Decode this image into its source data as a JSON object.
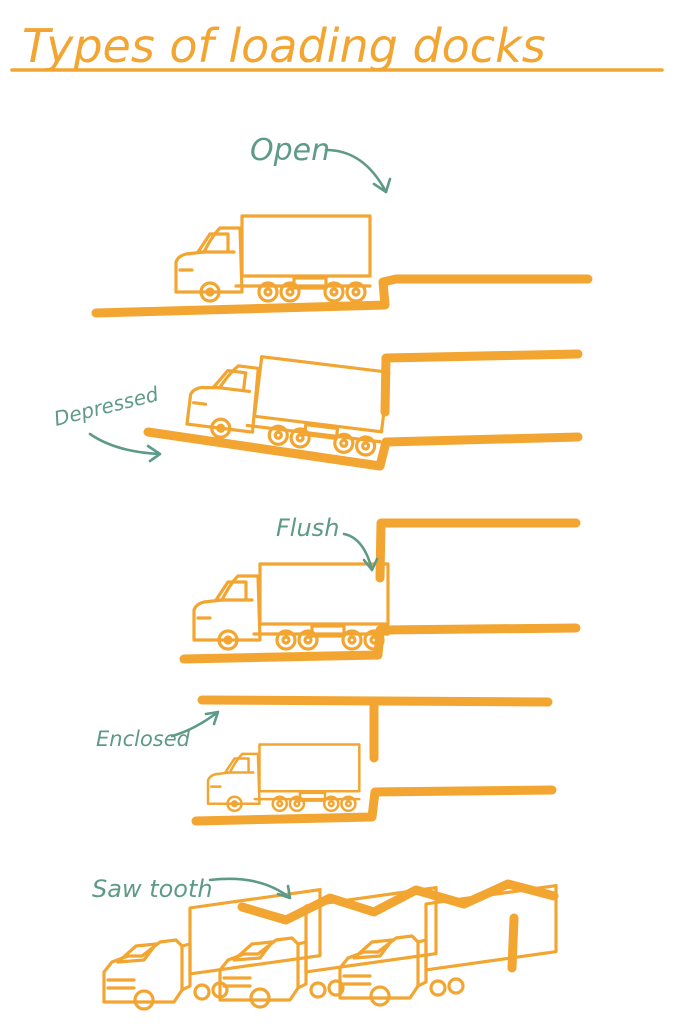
{
  "title": "Types of loading docks",
  "labels": {
    "open": "Open",
    "depressed": "Depressed",
    "flush": "Flush",
    "enclosed": "Enclosed",
    "saw_tooth": "Saw tooth"
  },
  "colors": {
    "orange": "#F2A531",
    "green": "#5E9A88",
    "background": "#FFFFFF"
  }
}
